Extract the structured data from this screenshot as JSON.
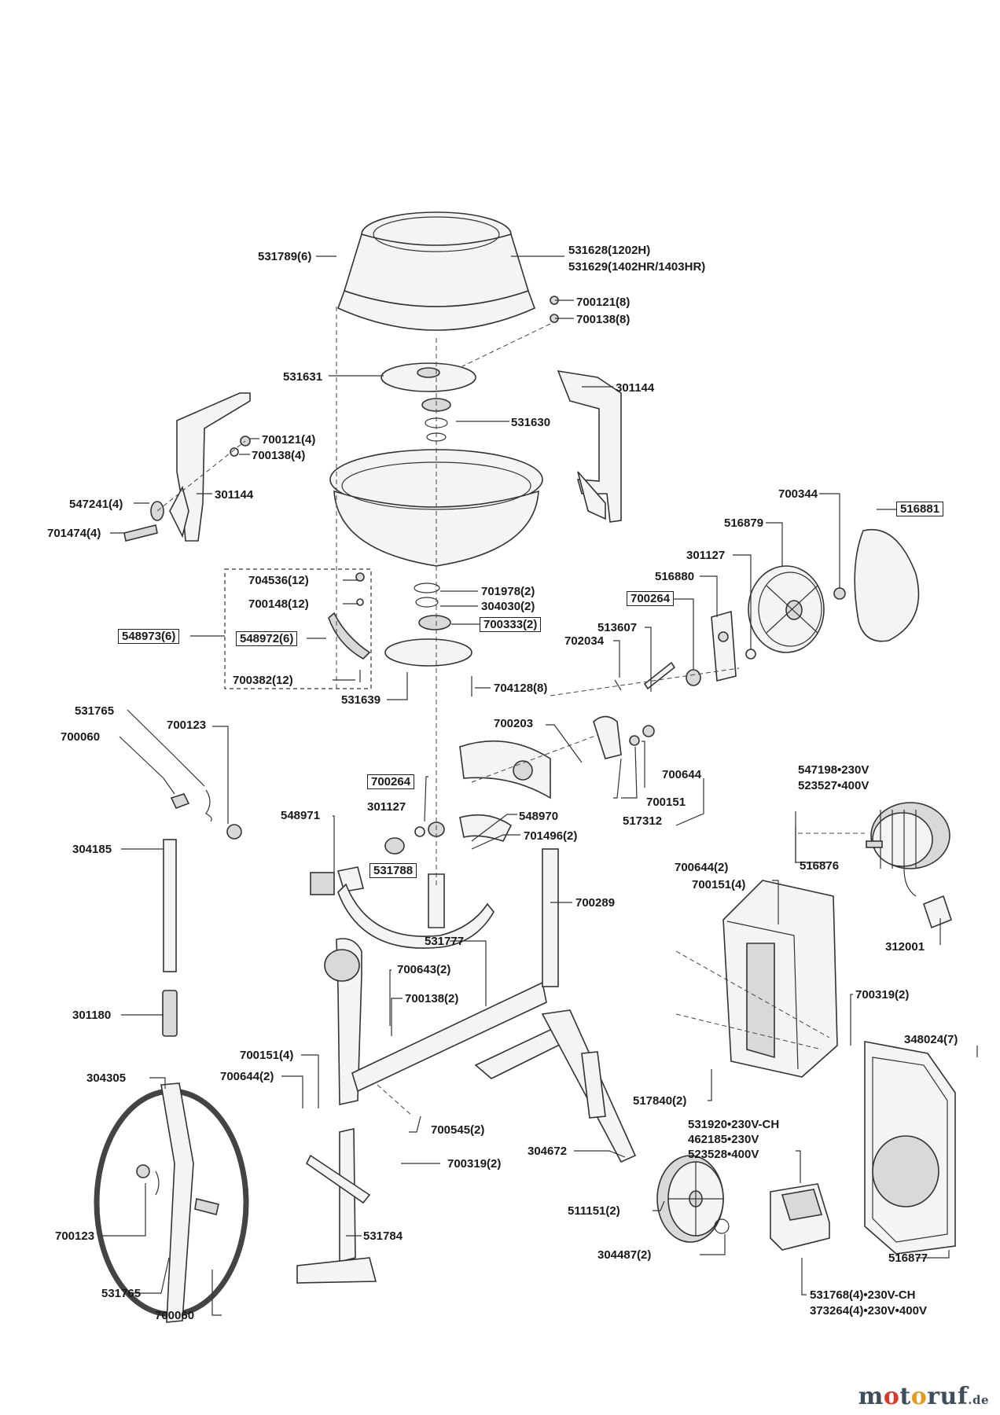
{
  "labels": [
    {
      "id": "l01",
      "text": "531789(6)"
    },
    {
      "id": "l02",
      "text": "531628(1202H)"
    },
    {
      "id": "l03",
      "text": "531629(1402HR/1403HR)"
    },
    {
      "id": "l04",
      "text": "700121(8)"
    },
    {
      "id": "l05",
      "text": "700138(8)"
    },
    {
      "id": "l06",
      "text": "531631"
    },
    {
      "id": "l07",
      "text": "301144"
    },
    {
      "id": "l08",
      "text": "531630"
    },
    {
      "id": "l09",
      "text": "700121(4)"
    },
    {
      "id": "l10",
      "text": "700138(4)"
    },
    {
      "id": "l11",
      "text": "547241(4)"
    },
    {
      "id": "l12",
      "text": "301144"
    },
    {
      "id": "l13",
      "text": "701474(4)"
    },
    {
      "id": "l14",
      "text": "700344"
    },
    {
      "id": "l15",
      "text": "516881"
    },
    {
      "id": "l16",
      "text": "516879"
    },
    {
      "id": "l17",
      "text": "301127"
    },
    {
      "id": "l18",
      "text": "516880"
    },
    {
      "id": "l19",
      "text": "700264"
    },
    {
      "id": "l20",
      "text": "704536(12)"
    },
    {
      "id": "l21",
      "text": "701978(2)"
    },
    {
      "id": "l22",
      "text": "700148(12)"
    },
    {
      "id": "l23",
      "text": "304030(2)"
    },
    {
      "id": "l24",
      "text": "700333(2)"
    },
    {
      "id": "l25",
      "text": "548973(6)"
    },
    {
      "id": "l26",
      "text": "548972(6)"
    },
    {
      "id": "l27",
      "text": "513607"
    },
    {
      "id": "l28",
      "text": "702034"
    },
    {
      "id": "l29",
      "text": "700382(12)"
    },
    {
      "id": "l30",
      "text": "704128(8)"
    },
    {
      "id": "l31",
      "text": "531639"
    },
    {
      "id": "l32",
      "text": "531765"
    },
    {
      "id": "l33",
      "text": "700123"
    },
    {
      "id": "l34",
      "text": "700060"
    },
    {
      "id": "l35",
      "text": "700203"
    },
    {
      "id": "l36",
      "text": "700644"
    },
    {
      "id": "l37",
      "text": "700264"
    },
    {
      "id": "l38",
      "text": "700151"
    },
    {
      "id": "l39",
      "text": "301127"
    },
    {
      "id": "l40",
      "text": "517312"
    },
    {
      "id": "l41",
      "text": "548971"
    },
    {
      "id": "l42",
      "text": "548970"
    },
    {
      "id": "l43",
      "text": "701496(2)"
    },
    {
      "id": "l44",
      "text": "304185"
    },
    {
      "id": "l45",
      "text": "531788"
    },
    {
      "id": "l46",
      "text": "547198•230V"
    },
    {
      "id": "l47",
      "text": "523527•400V"
    },
    {
      "id": "l48",
      "text": "700644(2)"
    },
    {
      "id": "l49",
      "text": "516876"
    },
    {
      "id": "l50",
      "text": "700151(4)"
    },
    {
      "id": "l51",
      "text": "700289"
    },
    {
      "id": "l52",
      "text": "531777"
    },
    {
      "id": "l53",
      "text": "312001"
    },
    {
      "id": "l54",
      "text": "700643(2)"
    },
    {
      "id": "l55",
      "text": "700138(2)"
    },
    {
      "id": "l56",
      "text": "700319(2)"
    },
    {
      "id": "l57",
      "text": "301180"
    },
    {
      "id": "l58",
      "text": "348024(7)"
    },
    {
      "id": "l59",
      "text": "700151(4)"
    },
    {
      "id": "l60",
      "text": "700644(2)"
    },
    {
      "id": "l61",
      "text": "304305"
    },
    {
      "id": "l62",
      "text": "517840(2)"
    },
    {
      "id": "l63",
      "text": "531920•230V-CH"
    },
    {
      "id": "l64",
      "text": "462185•230V"
    },
    {
      "id": "l65",
      "text": "523528•400V"
    },
    {
      "id": "l66",
      "text": "700545(2)"
    },
    {
      "id": "l67",
      "text": "304672"
    },
    {
      "id": "l68",
      "text": "700319(2)"
    },
    {
      "id": "l69",
      "text": "511151(2)"
    },
    {
      "id": "l70",
      "text": "700123"
    },
    {
      "id": "l71",
      "text": "531784"
    },
    {
      "id": "l72",
      "text": "304487(2)"
    },
    {
      "id": "l73",
      "text": "516877"
    },
    {
      "id": "l74",
      "text": "531765"
    },
    {
      "id": "l75",
      "text": "531768(4)•230V-CH"
    },
    {
      "id": "l76",
      "text": "373264(4)•230V•400V"
    },
    {
      "id": "l77",
      "text": "700060"
    }
  ],
  "logo": {
    "m": "m",
    "o1": "o",
    "t": "t",
    "o2": "o",
    "ruf": "ruf",
    "de": ".de"
  }
}
